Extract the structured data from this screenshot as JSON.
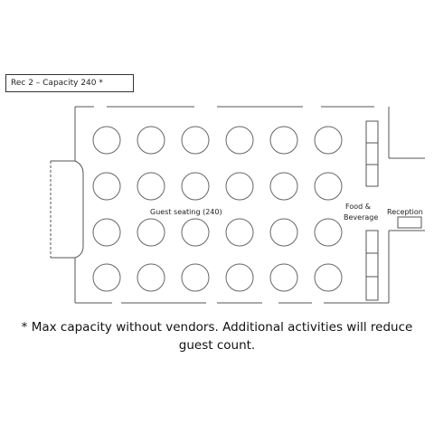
{
  "layout_title": "Rec 2 – Capacity 240 *",
  "zones": {
    "guest_seating": "Guest seating (240)",
    "food_line1": "Food &",
    "food_line2": "Beverage",
    "reception": "Reception"
  },
  "seating": {
    "rows": 4,
    "columns": 6
  },
  "footnote": {
    "line1": "* Max capacity without vendors. Additional activities will reduce",
    "line2": "guest count."
  }
}
